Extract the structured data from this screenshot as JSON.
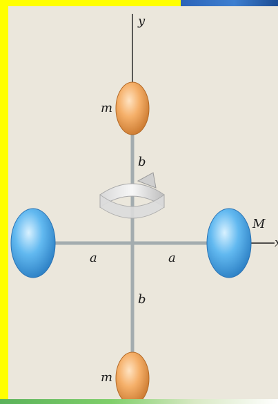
{
  "figure": {
    "labels": {
      "y_axis": "y",
      "x_axis": "x",
      "mass_top": "m",
      "mass_bottom": "m",
      "mass_right": "M",
      "dist_left": "a",
      "dist_right": "a",
      "dist_top": "b",
      "dist_bottom": "b"
    },
    "colors": {
      "background": "#ebe7dc",
      "border": "#ffff00",
      "small_mass": "#f0a860",
      "large_mass": "#5ab0ec",
      "rod": "#9aa3a6"
    },
    "icons": [
      "rotation-arrow-icon"
    ]
  }
}
